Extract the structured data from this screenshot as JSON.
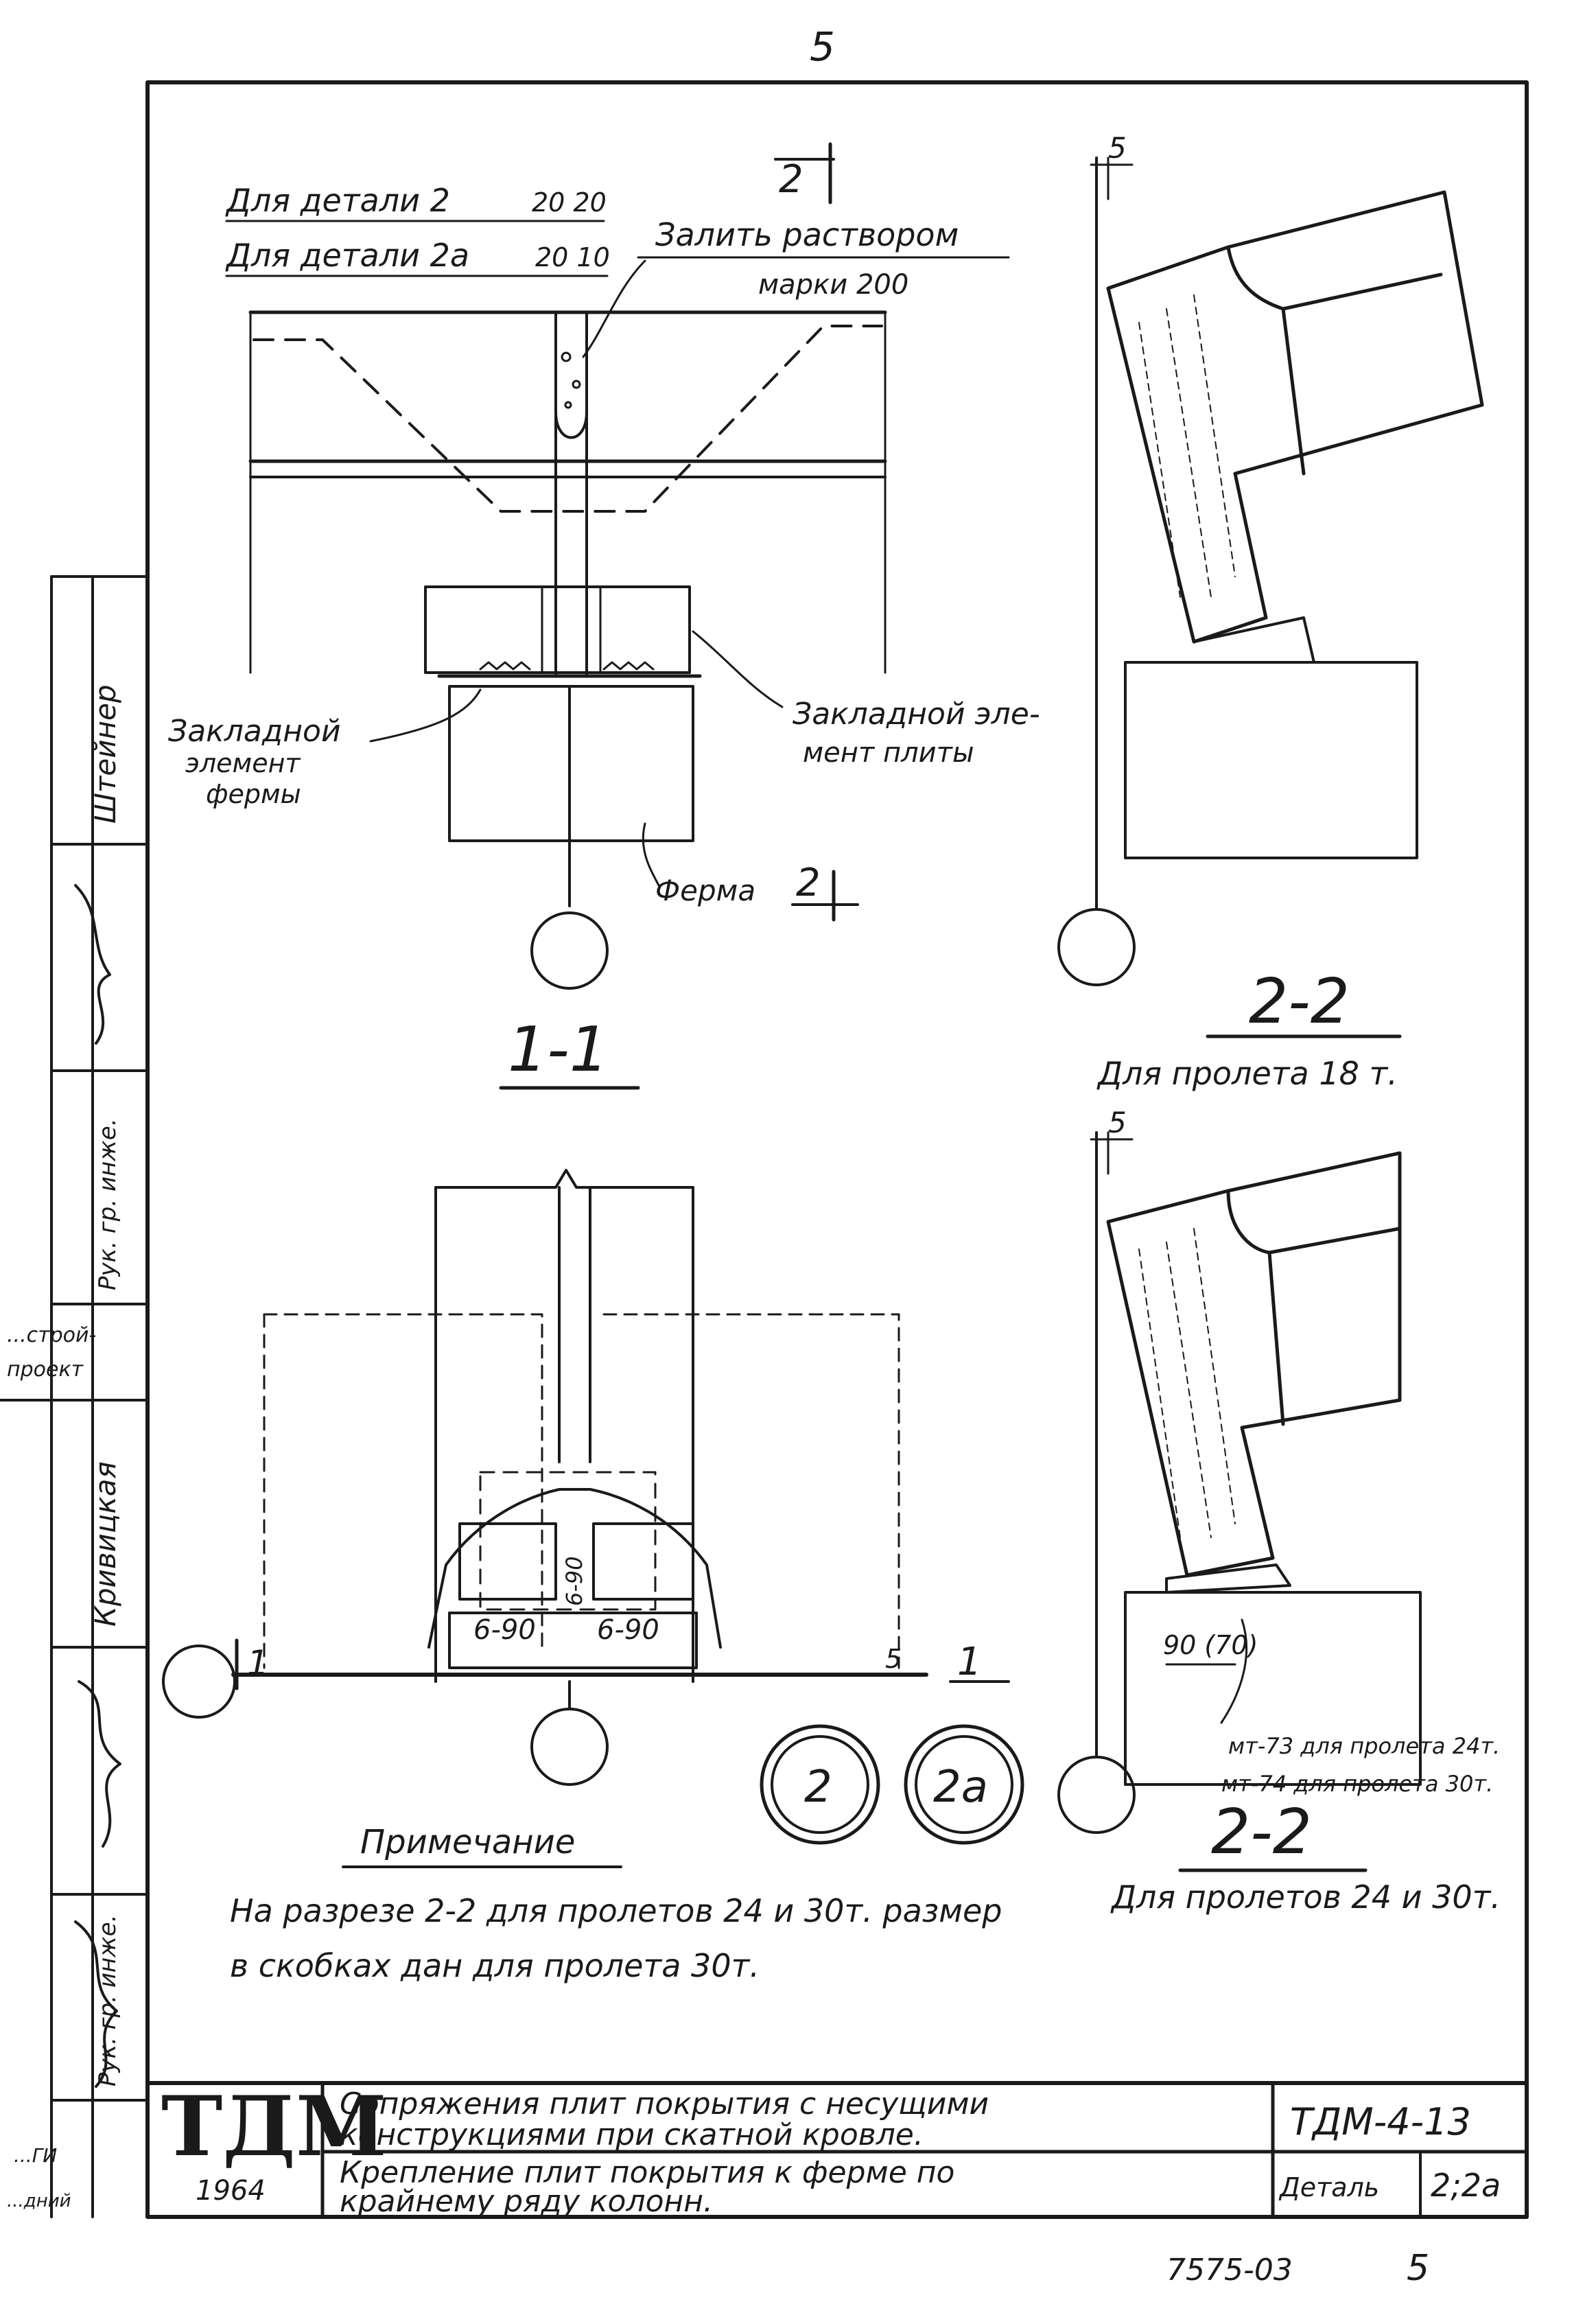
{
  "sheet": {
    "top_page_number": "5",
    "bottom_doc_code": "7575-03",
    "bottom_page_number": "5"
  },
  "stamp": {
    "logo": "ТДМ",
    "year": "1964",
    "title_line1": "Сопряжения плит покрытия с несущими",
    "title_line2": "конструкциями при скатной кровле.",
    "subtitle_line1": "Крепление плит покрытия к ферме по",
    "subtitle_line2": "крайнему ряду колонн.",
    "doc_number": "ТДМ-4-13",
    "detail_label": "Деталь",
    "detail_value": "2;2а"
  },
  "left_strip": {
    "roles": [
      "Рук. гр. инже.",
      "Рук. гр. инже."
    ],
    "names": [
      "Штейнер",
      "Кривицкая"
    ],
    "org": [
      "...строй-",
      "проект"
    ],
    "fragments": [
      "...ГИ",
      "...дний"
    ]
  },
  "view_1_1": {
    "label_detail_2": "Для детали 2",
    "dim_detail_2": "20 20",
    "label_detail_2a": "Для детали 2а",
    "dim_detail_2a": "20 10",
    "mortar_line1": "Залить раствором",
    "mortar_line2": "марки 200",
    "section_mark": "2",
    "truss_embed_line1": "Закладной",
    "truss_embed_line2": "элемент",
    "truss_embed_line3": "фермы",
    "slab_embed_line1": "Закладной эле-",
    "slab_embed_line2": "мент плиты",
    "truss_label": "Ферма",
    "view_title": "1-1"
  },
  "view_plan": {
    "weld_left": "6-90",
    "weld_right": "6-90",
    "weld_mid": "6-90",
    "cut_mark": "1",
    "dim_5": "5"
  },
  "section_18": {
    "dim_5": "5",
    "title": "2-2",
    "caption": "Для пролета 18 т."
  },
  "section_24_30": {
    "dim_5": "5",
    "dim_90": "90 (70)",
    "note_line1": "мт-73 для пролета 24т.",
    "note_line2": "мт-74 для пролета 30т.",
    "title": "2-2",
    "caption": "Для пролетов 24 и 30т."
  },
  "detail_circles": [
    "2",
    "2а"
  ],
  "note": {
    "heading": "Примечание",
    "line1": "На разрезе 2-2 для пролетов 24 и 30т. размер",
    "line2": "в скобках дан для пролета 30т."
  }
}
